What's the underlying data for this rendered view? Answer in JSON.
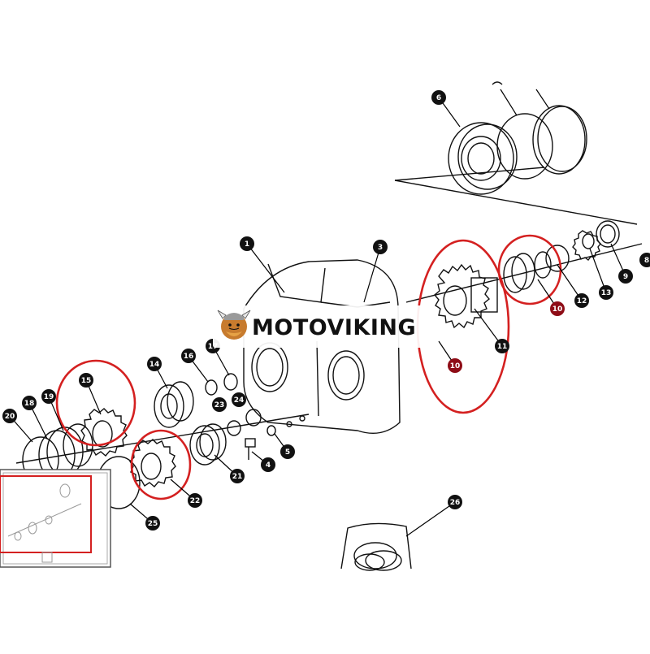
{
  "watermark": {
    "brand": "MOTOVIKING"
  },
  "colors": {
    "highlight": "#d42020",
    "callout": "#111111",
    "callout_red": "#8e0c16"
  },
  "callouts": {
    "c1": "1",
    "c3": "3",
    "c4": "4",
    "c5": "5",
    "c6": "6",
    "c8": "8",
    "c9": "9",
    "c10a": "10",
    "c10b": "10",
    "c11": "11",
    "c12": "12",
    "c13": "13",
    "c14": "14",
    "c15": "15",
    "c16": "16",
    "c17": "17",
    "c18": "18",
    "c19": "19",
    "c20": "20",
    "c21": "21",
    "c22": "22",
    "c23": "23",
    "c24": "24",
    "c25": "25",
    "c26": "26"
  },
  "icons": {
    "mascot": "viking-mascot-icon"
  }
}
